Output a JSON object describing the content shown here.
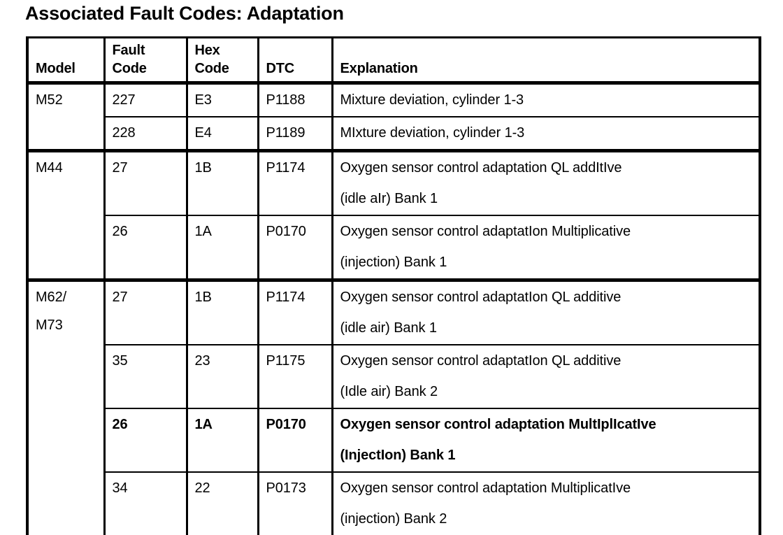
{
  "document": {
    "title": "Associated Fault Codes: Adaptation"
  },
  "table": {
    "columns": [
      {
        "key": "model",
        "line1": "",
        "line2": "Model"
      },
      {
        "key": "fault_code",
        "line1": "Fault",
        "line2": "Code"
      },
      {
        "key": "hex_code",
        "line1": "Hex",
        "line2": "Code"
      },
      {
        "key": "dtc",
        "line1": "",
        "line2": "DTC"
      },
      {
        "key": "explanation",
        "line1": "",
        "line2": "Explanation"
      }
    ],
    "groups": [
      {
        "model_lines": [
          "M52"
        ],
        "rows": [
          {
            "fault_code": "227",
            "hex_code": "E3",
            "dtc": "P1188",
            "explanation_lines": [
              "Mixture deviation, cylinder 1-3"
            ]
          },
          {
            "fault_code": "228",
            "hex_code": "E4",
            "dtc": "P1189",
            "explanation_lines": [
              "MIxture deviation, cylinder 1-3"
            ]
          }
        ]
      },
      {
        "model_lines": [
          "M44"
        ],
        "rows": [
          {
            "fault_code": "27",
            "hex_code": "1B",
            "dtc": "P1174",
            "explanation_lines": [
              "Oxygen sensor control adaptation QL addItIve",
              "(idle aIr) Bank 1"
            ]
          },
          {
            "fault_code": "26",
            "hex_code": "1A",
            "dtc": "P0170",
            "explanation_lines": [
              "Oxygen sensor control adaptatIon Multiplicative",
              "(injection) Bank 1"
            ]
          }
        ]
      },
      {
        "model_lines": [
          "M62/",
          "M73"
        ],
        "rows": [
          {
            "fault_code": "27",
            "hex_code": "1B",
            "dtc": "P1174",
            "explanation_lines": [
              "Oxygen sensor control adaptatIon QL additive",
              "(idle air) Bank 1"
            ]
          },
          {
            "fault_code": "35",
            "hex_code": "23",
            "dtc": "P1175",
            "explanation_lines": [
              "Oxygen sensor control adaptatIon QL additive",
              "(Idle air) Bank 2"
            ]
          },
          {
            "fault_code": "26",
            "hex_code": "1A",
            "dtc": "P0170",
            "explanation_lines": [
              "Oxygen sensor control adaptation MultIplIcatIve",
              "(InjectIon) Bank 1"
            ],
            "bold": true
          },
          {
            "fault_code": "34",
            "hex_code": "22",
            "dtc": "P0173",
            "explanation_lines": [
              "Oxygen sensor control adaptation MultiplicatIve",
              "(injection) Bank 2"
            ]
          }
        ]
      }
    ]
  }
}
